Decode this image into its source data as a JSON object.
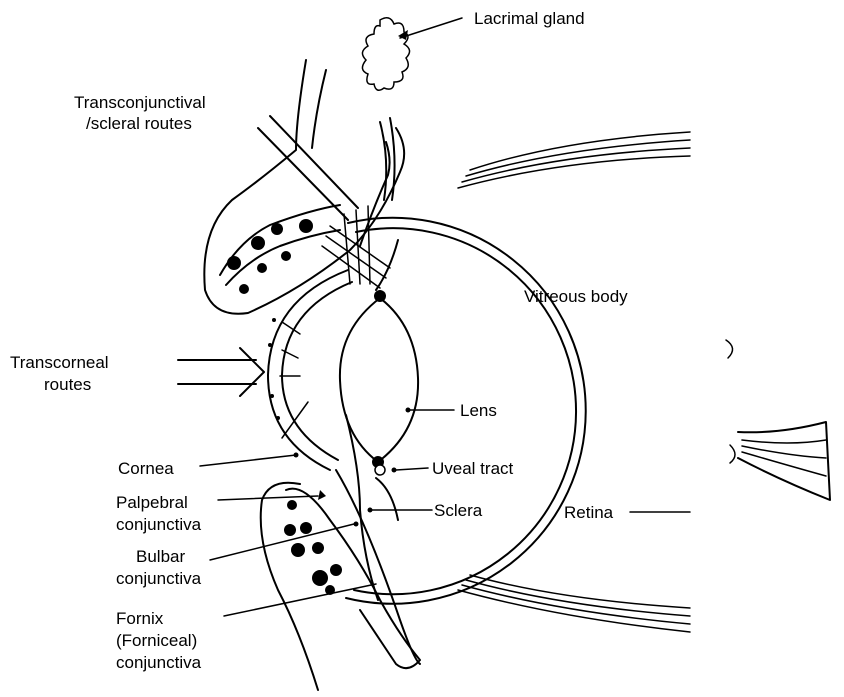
{
  "labels": {
    "lacrimal_gland": "Lacrimal gland",
    "transconjunctival_1": "Transconjunctival",
    "transconjunctival_2": "/scleral routes",
    "vitreous_body": "Vitreous body",
    "transcorneal_1": "Transcorneal",
    "transcorneal_2": "routes",
    "lens": "Lens",
    "cornea": "Cornea",
    "uveal_tract": "Uveal tract",
    "palpebral_1": "Palpebral",
    "palpebral_2": "conjunctiva",
    "sclera": "Sclera",
    "retina": "Retina",
    "bulbar_1": "Bulbar",
    "bulbar_2": "conjunctiva",
    "fornix_1": "Fornix",
    "fornix_2": "(Forniceal)",
    "fornix_3": "conjunctiva"
  }
}
